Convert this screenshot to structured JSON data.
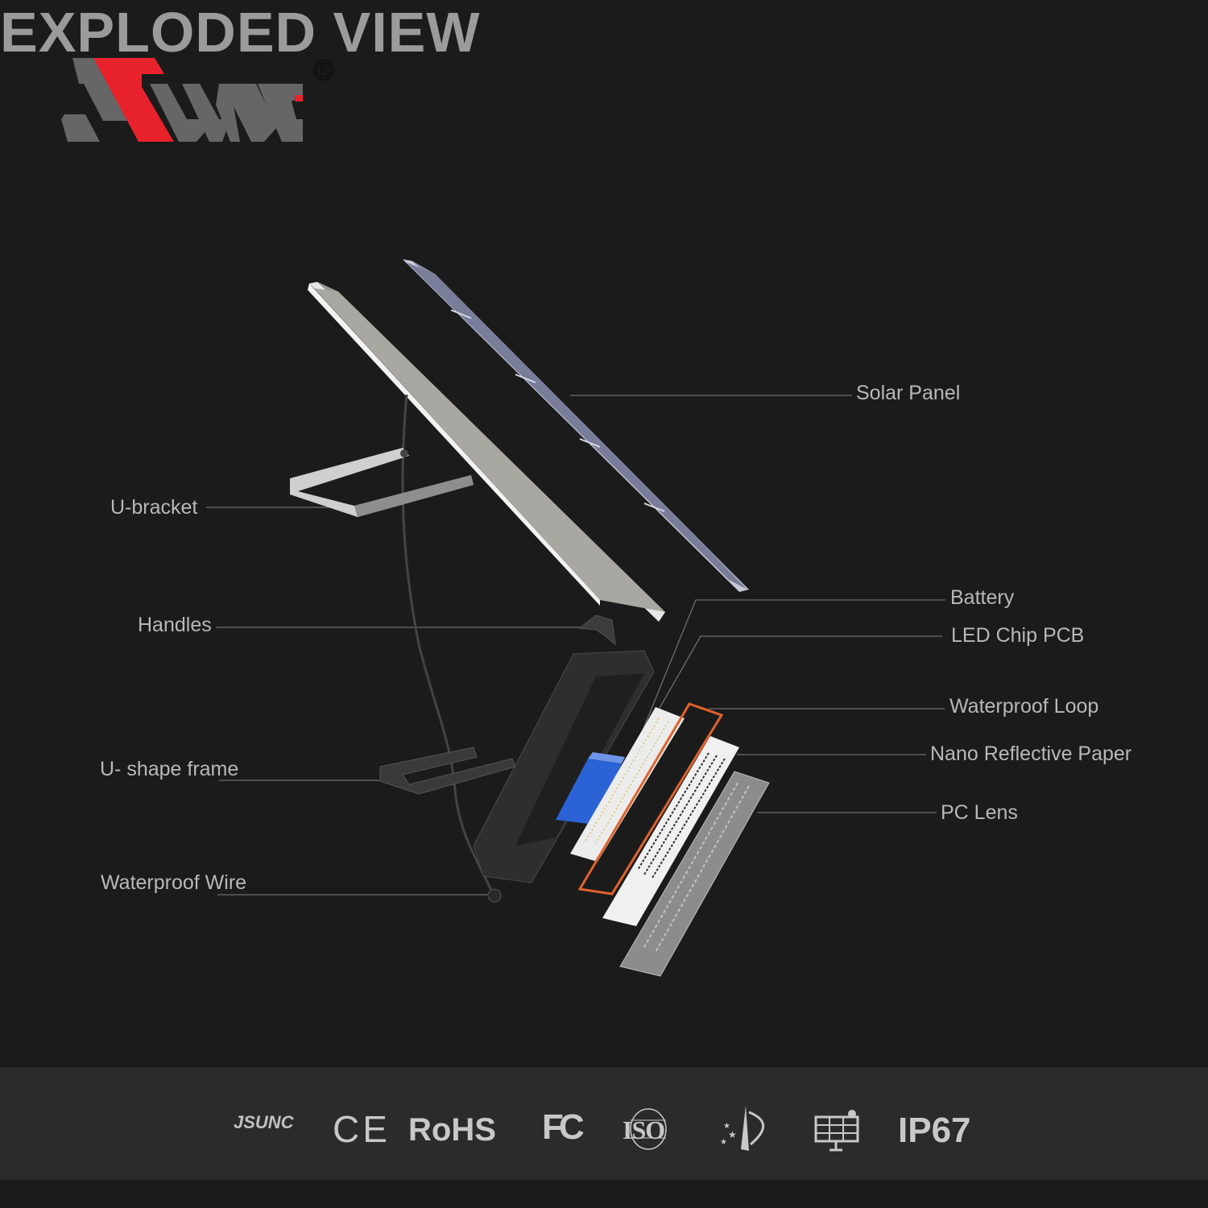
{
  "header": {
    "brand_logo": "JSUNC",
    "registered_mark": "®",
    "title": "EXPLODED VIEW"
  },
  "labels": {
    "solar_panel": "Solar Panel",
    "u_bracket": "U-bracket",
    "handles": "Handles",
    "u_shape_frame": "U- shape frame",
    "waterproof_wire": "Waterproof Wire",
    "battery": "Battery",
    "led_chip_pcb": "LED Chip PCB",
    "waterproof_loop": "Waterproof Loop",
    "nano_reflective_paper": "Nano Reflective Paper",
    "pc_lens": "PC Lens"
  },
  "footer": {
    "certifications": {
      "brand": "JSUNC",
      "ce": "CE",
      "rohs": "RoHS",
      "fcc": "FC",
      "iso": "ISO",
      "ip": "IP67"
    },
    "icons": [
      "brand-logo-icon",
      "ce-icon",
      "rohs-icon",
      "fcc-icon",
      "iso-icon",
      "quality-star-icon",
      "solar-panel-icon",
      "ip67-icon"
    ]
  },
  "colors": {
    "background": "#1b1b1b",
    "footer": "#2b2b2b",
    "brand_red": "#e8222b",
    "brand_gray": "#666666",
    "battery_blue": "#2b63d6",
    "loop_orange": "#e0622c"
  }
}
